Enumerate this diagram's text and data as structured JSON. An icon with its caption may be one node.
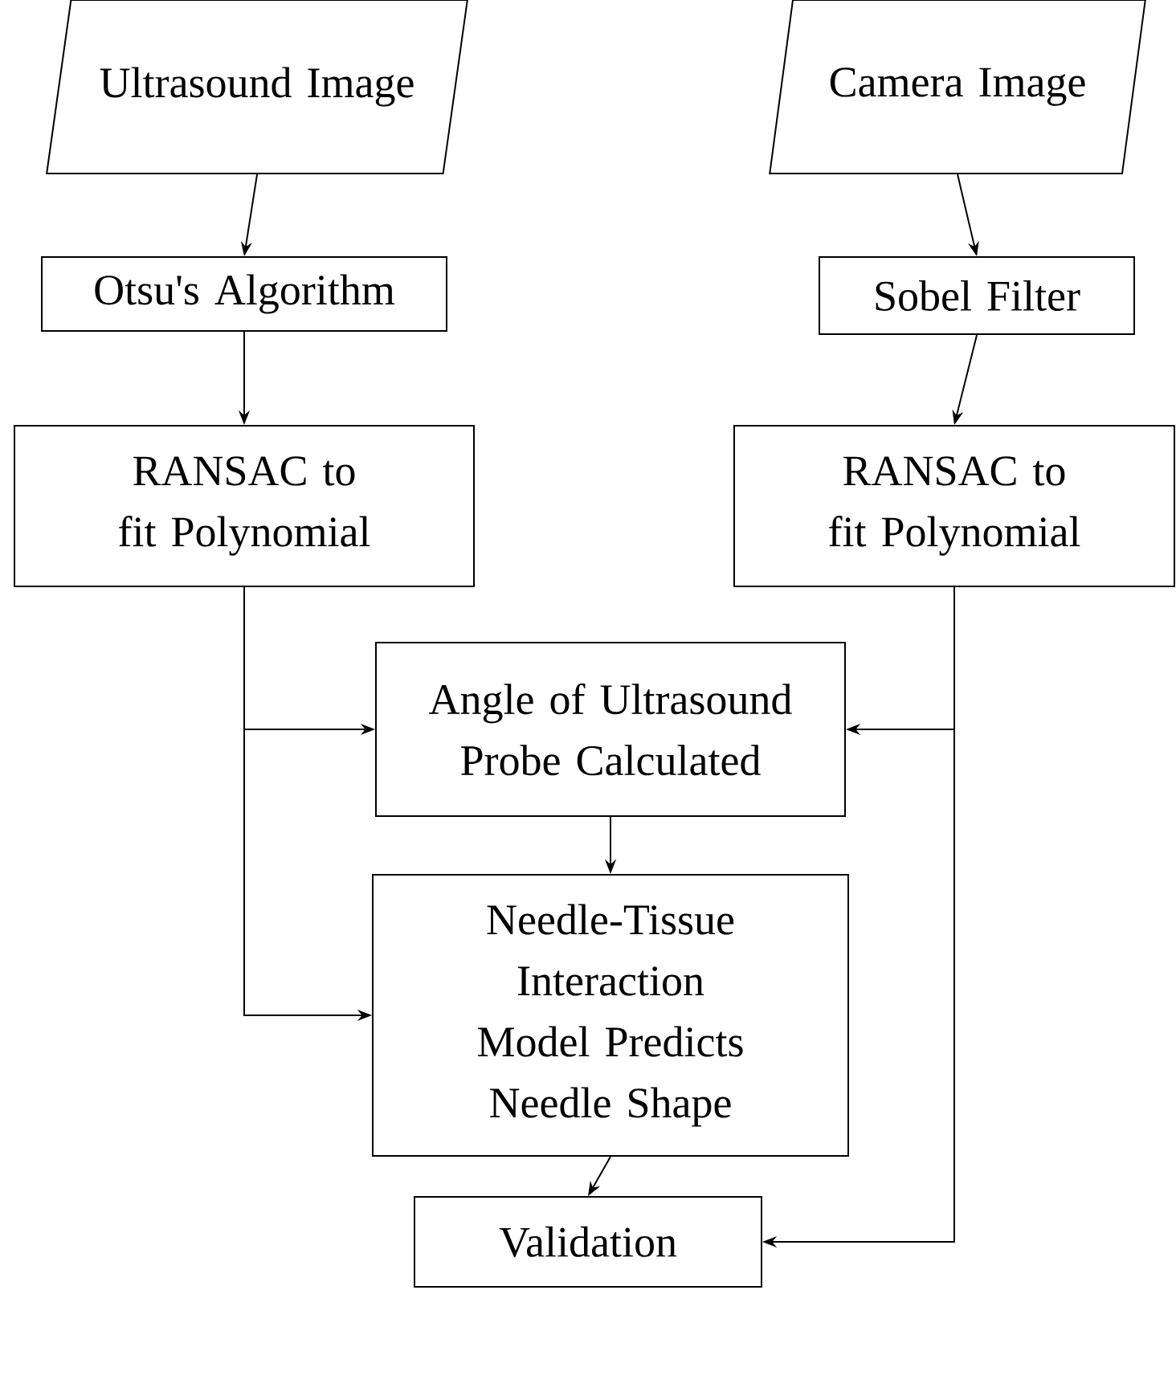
{
  "diagram": {
    "nodes": [
      {
        "text": [
          "Ultrasound Image"
        ]
      },
      {
        "text": [
          "Camera Image"
        ]
      },
      {
        "text": [
          "Otsu's Algorithm"
        ]
      },
      {
        "text": [
          "Sobel Filter"
        ]
      },
      {
        "text": [
          "RANSAC to fit Polynomial"
        ]
      },
      {
        "text": [
          "RANSAC to fit Polynomial"
        ]
      },
      {
        "text": [
          "Angle of Ultrasound Probe Calculated"
        ]
      },
      {
        "text": [
          "Needle-Tissue Interaction Model Predicts Needle Shape"
        ]
      },
      {
        "text": [
          "Validation"
        ]
      }
    ],
    "edges": [
      {
        "from": 0,
        "to": 2,
        "arrow": "to"
      },
      {
        "from": 2,
        "to": 4,
        "arrow": "to"
      },
      {
        "from": 1,
        "to": 3,
        "arrow": "to"
      },
      {
        "from": 3,
        "to": 5,
        "arrow": "to"
      },
      {
        "from": 4,
        "to": 6,
        "arrow": "to"
      },
      {
        "from": 4,
        "to": 7,
        "arrow": "to"
      },
      {
        "from": 5,
        "to": 6,
        "arrow": "to"
      },
      {
        "from": 5,
        "to": 8,
        "arrow": "to"
      },
      {
        "from": 6,
        "to": 7,
        "arrow": "to"
      },
      {
        "from": 7,
        "to": 8,
        "arrow": "to"
      }
    ]
  }
}
